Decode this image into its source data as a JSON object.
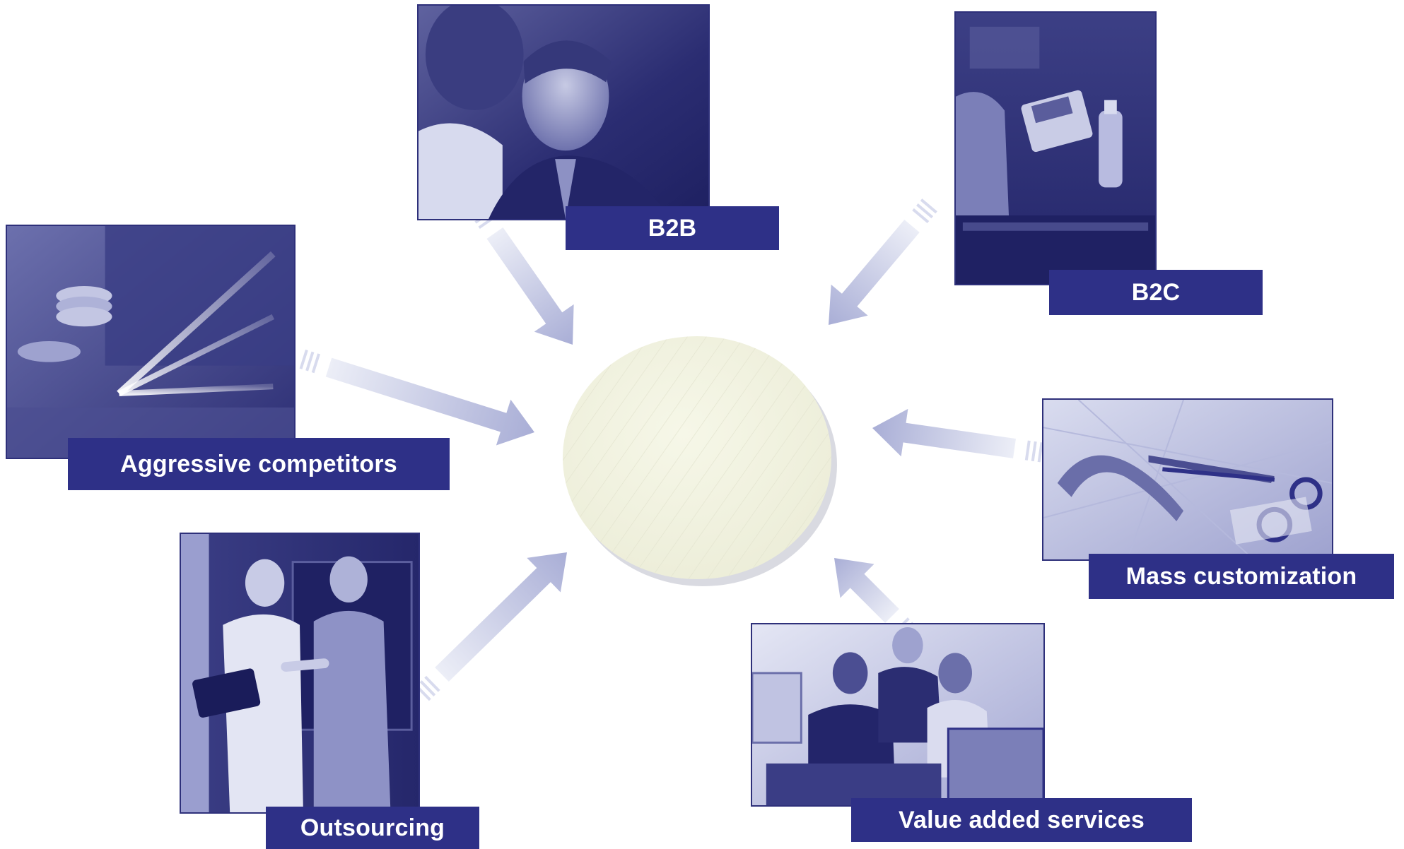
{
  "diagram": {
    "nodes": [
      {
        "id": "b2b",
        "label": "B2B",
        "photo_icon": "business-meeting-photo-icon"
      },
      {
        "id": "b2c",
        "label": "B2C",
        "photo_icon": "retail-checkout-photo-icon"
      },
      {
        "id": "aggressive-competitors",
        "label": "Aggressive competitors",
        "photo_icon": "financial-growth-photo-icon"
      },
      {
        "id": "mass-customization",
        "label": "Mass customization",
        "photo_icon": "tailor-tools-photo-icon"
      },
      {
        "id": "outsourcing",
        "label": "Outsourcing",
        "photo_icon": "handshake-photo-icon"
      },
      {
        "id": "value-added-services",
        "label": "Value added services",
        "photo_icon": "office-team-photo-icon"
      }
    ],
    "center": {
      "icon": "hub-circle-icon"
    }
  },
  "colors": {
    "label_bg": "#2e3087",
    "label_text": "#ffffff",
    "photo_dark": "#2d2f74",
    "photo_light": "#d9dcee",
    "arrow": "#a9aed6",
    "hub_fill": "#f2f3e2",
    "hub_shadow": "#c9cad4"
  }
}
